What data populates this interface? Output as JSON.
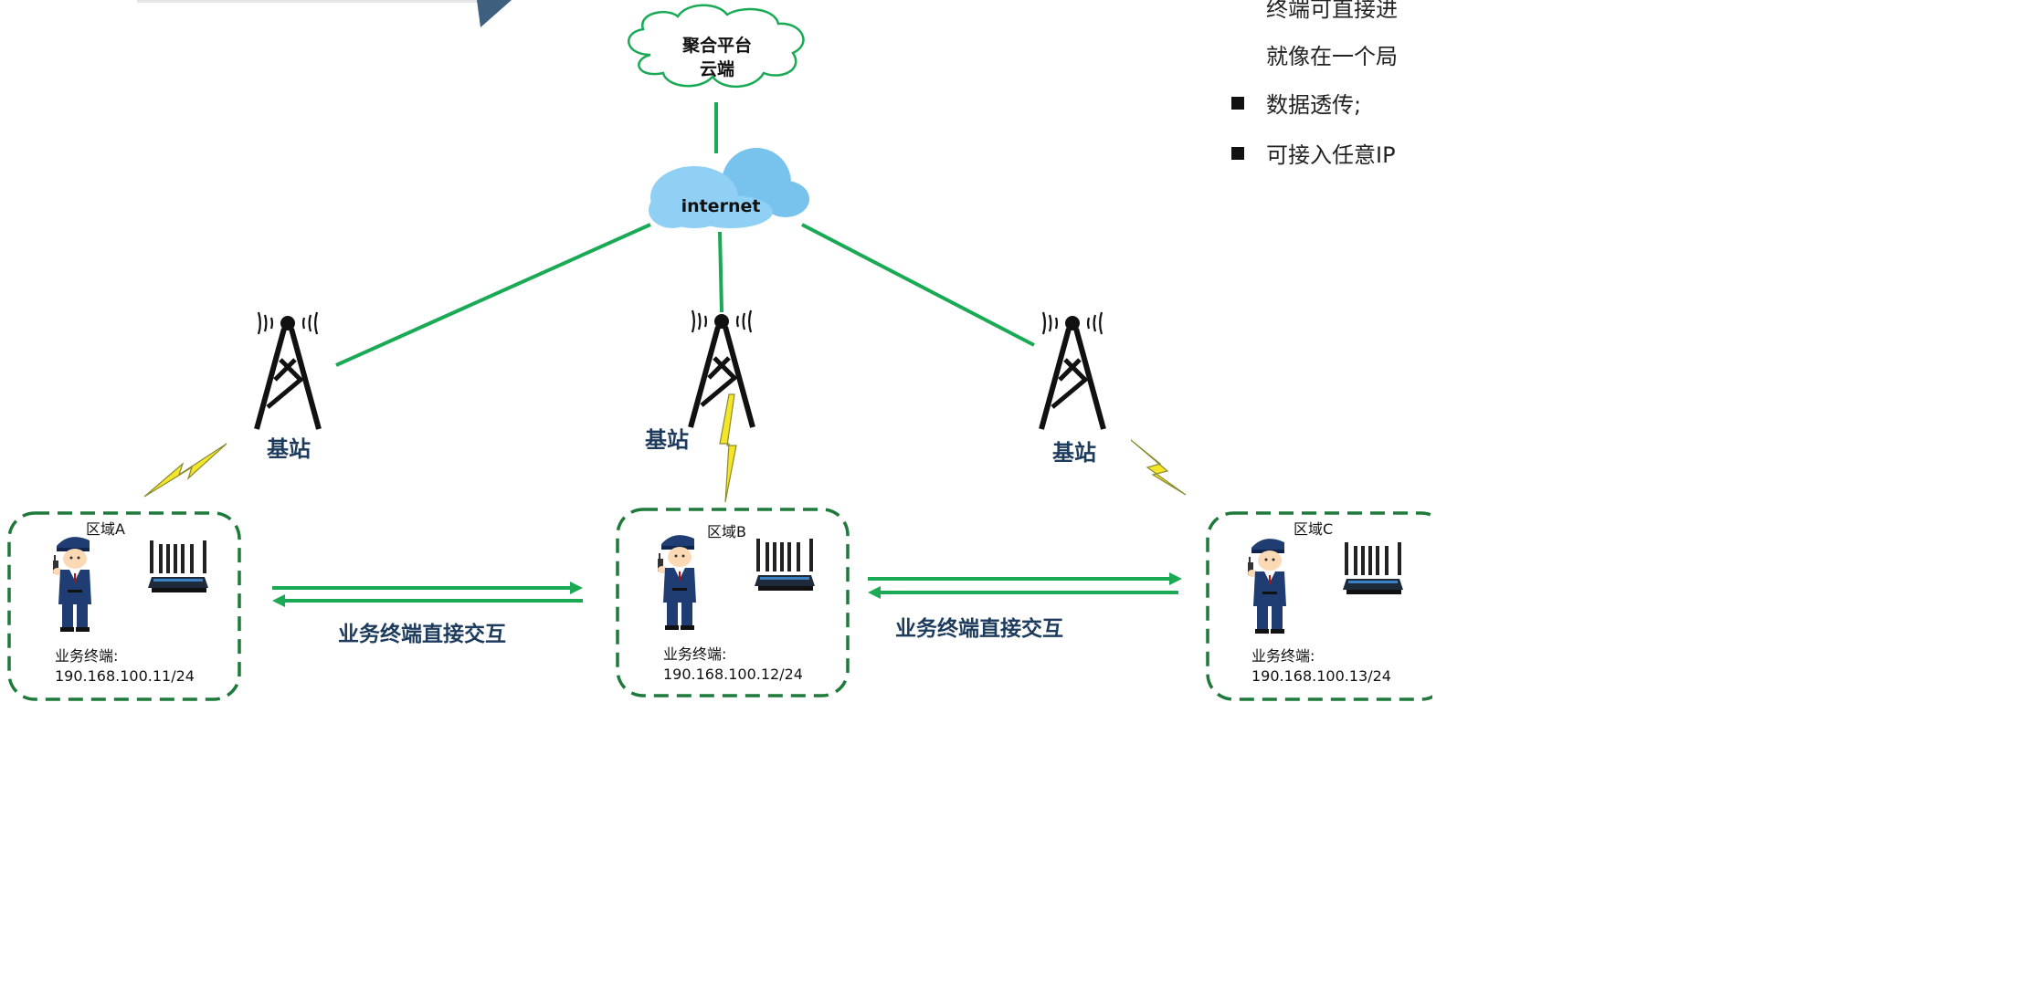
{
  "cloud_platform": {
    "line1": "聚合平台",
    "line2": "云端"
  },
  "internet": {
    "label": "internet"
  },
  "base_stations": [
    {
      "label": "基站"
    },
    {
      "label": "基站"
    },
    {
      "label": "基站"
    }
  ],
  "regions": [
    {
      "name": "区域A",
      "terminal_label": "业务终端:",
      "ip": "190.168.100.11/24"
    },
    {
      "name": "区域B",
      "terminal_label": "业务终端:",
      "ip": "190.168.100.12/24"
    },
    {
      "name": "区域C",
      "terminal_label": "业务终端:",
      "ip": "190.168.100.13/24"
    }
  ],
  "interaction_labels": [
    {
      "label": "业务终端直接交互"
    },
    {
      "label": "业务终端直接交互"
    }
  ],
  "right_text": {
    "line1": "终端可直接进",
    "line2": "就像在一个局",
    "bullet1": "数据透传;",
    "bullet2": "可接入任意IP"
  },
  "colors": {
    "green_line": "#1aaa55",
    "dash_green": "#1e7a3a",
    "cloud_blue": "#7cc6ee",
    "navy": "#1f3d63",
    "lightning": "#f5e52a"
  }
}
